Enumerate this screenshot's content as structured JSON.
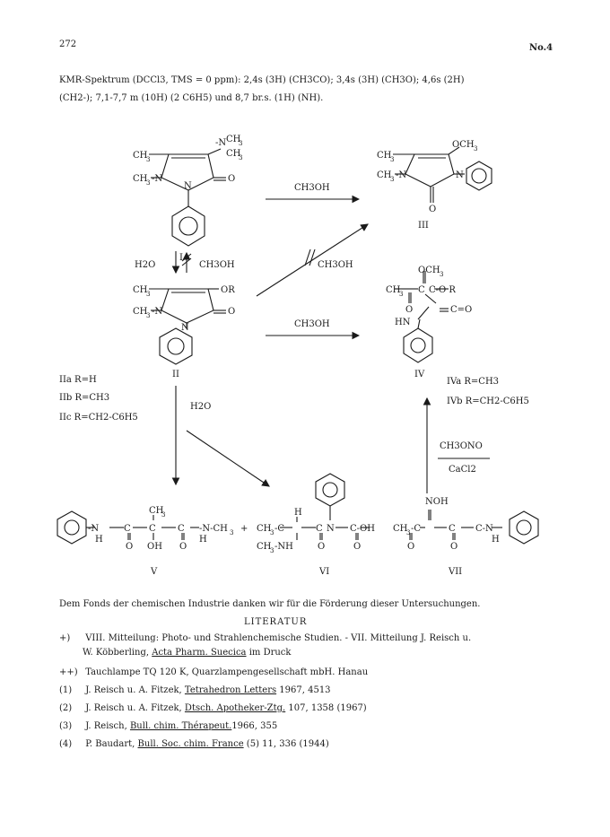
{
  "header": {
    "page_number": "272",
    "issue": "No.4"
  },
  "nmr": {
    "line1": "KMR-Spektrum (DCCl3, TMS = 0 ppm): 2,4s (3H) (CH3CO); 3,4s (3H) (CH3O); 4,6s (2H)",
    "line2": "(CH2-); 7,1-7,7 m (10H) (2 C6H5) und 8,7 br.s. (1H) (NH)."
  },
  "scheme": {
    "labels": {
      "I": "I",
      "II": "II",
      "III": "III",
      "IV": "IV",
      "V": "V",
      "VI": "VI",
      "VII": "VII"
    },
    "reagents": {
      "ch3oh_top": "CH3OH",
      "h2o_left": "H2O",
      "ch3oh_blocked": "CH3OH",
      "ch3oh_diag": "CH3OH",
      "ch3oh_mid": "CH3OH",
      "h2o_down": "H2O",
      "ch3ono": "CH3ONO",
      "cacl2": "CaCl2"
    },
    "substituents_II": [
      "IIa R=H",
      "IIb R=CH3",
      "IIc R=CH2-C6H5"
    ],
    "substituents_IV": [
      "IVa R=CH3",
      "IVb R=CH2-C6H5"
    ],
    "plus": "+"
  },
  "acknowledgement": "Dem Fonds der chemischen Industrie danken wir für die Förderung dieser Untersuchungen.",
  "literature": {
    "heading": "LITERATUR",
    "entries": [
      {
        "marker": "+)",
        "text": "VIII. Mitteilung: Photo- und Strahlenchemische Studien. - VII. Mitteilung J. Reisch u.",
        "text2": "W. Köbberling, ",
        "journal": "Acta Pharm. Suecica",
        "rest": " im Druck"
      },
      {
        "marker": "++)",
        "text": "Tauchlampe TQ 120 K, Quarzlampengesellschaft mbH. Hanau"
      },
      {
        "marker": "(1)",
        "text": "J. Reisch u. A. Fitzek, ",
        "journal": "Tetrahedron Letters",
        "rest": " 1967, 4513"
      },
      {
        "marker": "(2)",
        "text": "J. Reisch u. A. Fitzek, ",
        "journal": "Dtsch. Apotheker-Ztg.",
        "rest": " 107, 1358 (1967)"
      },
      {
        "marker": "(3)",
        "text": "J. Reisch, ",
        "journal": "Bull. chim. Thérapeut.",
        "rest": "1966, 355"
      },
      {
        "marker": "(4)",
        "text": "P. Baudart, ",
        "journal": "Bull. Soc. chim. France",
        "rest": " (5) 11, 336 (1944)"
      }
    ]
  }
}
